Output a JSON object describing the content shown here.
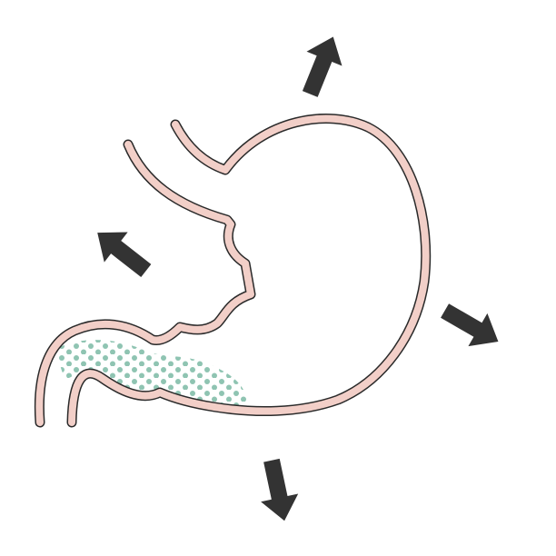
{
  "diagram": {
    "subject": "stomach-illustration",
    "colors": {
      "background": "#ffffff",
      "wall_fill": "#f2cfc8",
      "wall_outline": "#2a2a2a",
      "contents_dots": "#8fc4b2",
      "arrow": "#333333"
    },
    "icons": {
      "stomach": "stomach-icon",
      "arrow": "expansion-arrow-icon",
      "contents": "gastric-contents-dots"
    },
    "arrows": [
      {
        "id": "arrow-up-right",
        "direction": "up-right"
      },
      {
        "id": "arrow-left",
        "direction": "up-left"
      },
      {
        "id": "arrow-right",
        "direction": "down-right"
      },
      {
        "id": "arrow-down",
        "direction": "down"
      }
    ]
  }
}
